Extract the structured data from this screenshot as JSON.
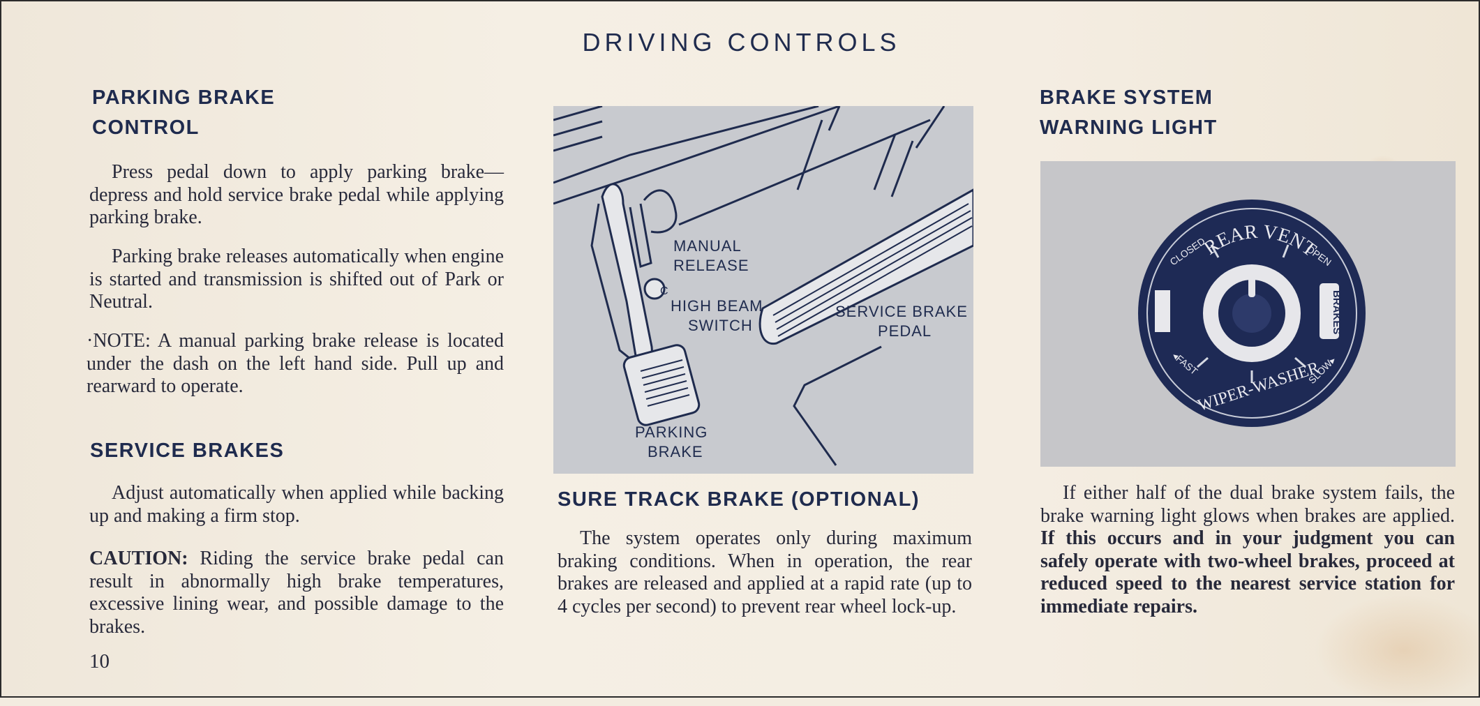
{
  "page_title": "DRIVING CONTROLS",
  "page_number": "10",
  "left": {
    "parking_heading_line1": "PARKING BRAKE",
    "parking_heading_line2": "CONTROL",
    "parking_p1": "Press pedal down to apply parking brake—depress and hold service brake pedal while applying parking brake.",
    "parking_p2": "Parking brake releases automatically when engine is started and transmission is shifted out of Park or Neutral.",
    "parking_note": "·NOTE: A manual parking brake release is located under the dash on the left hand side. Pull up and rearward to operate.",
    "service_heading": "SERVICE BRAKES",
    "service_p1": "Adjust automatically when applied while backing up and making a firm stop.",
    "caution_label": "CAUTION:",
    "caution_text": " Riding the service brake pedal can result in abnormally high brake temperatures, excessive lining wear, and possible damage to the brakes."
  },
  "middle": {
    "figure_labels": {
      "manual_release_1": "MANUAL",
      "manual_release_2": "RELEASE",
      "high_beam_1": "HIGH BEAM",
      "high_beam_2": "SWITCH",
      "service_brake_1": "SERVICE BRAKE",
      "service_brake_2": "PEDAL",
      "parking_brake_1": "PARKING",
      "parking_brake_2": "BRAKE",
      "switch_letter": "C"
    },
    "sure_track_heading": "SURE TRACK BRAKE (OPTIONAL)",
    "sure_track_p1": "The system operates only during maximum braking conditions. When in operation, the rear brakes are released and applied at a rapid rate (up to 4 cycles per second) to prevent rear wheel lock-up."
  },
  "right": {
    "warning_heading_line1": "BRAKE SYSTEM",
    "warning_heading_line2": "WARNING LIGHT",
    "knob_labels": {
      "rear_vent": "REAR VENT",
      "closed": "CLOSED",
      "open": "OPEN",
      "brakes": "BRAKES",
      "wiper_washer": "WIPER-WASHER",
      "fast": "◂FAST",
      "slow": "SLOW▸"
    },
    "warning_p1_plain": "If either half of the dual brake system fails, the brake warning light glows when brakes are applied. ",
    "warning_p1_bold": "If this occurs and in your judgment you can safely operate with two-wheel brakes, proceed at reduced speed to the nearest service station for immediate repairs."
  },
  "colors": {
    "ink": "#1f2b4e",
    "paper": "#f3ece0",
    "figure_bg": "#c8cacf"
  }
}
